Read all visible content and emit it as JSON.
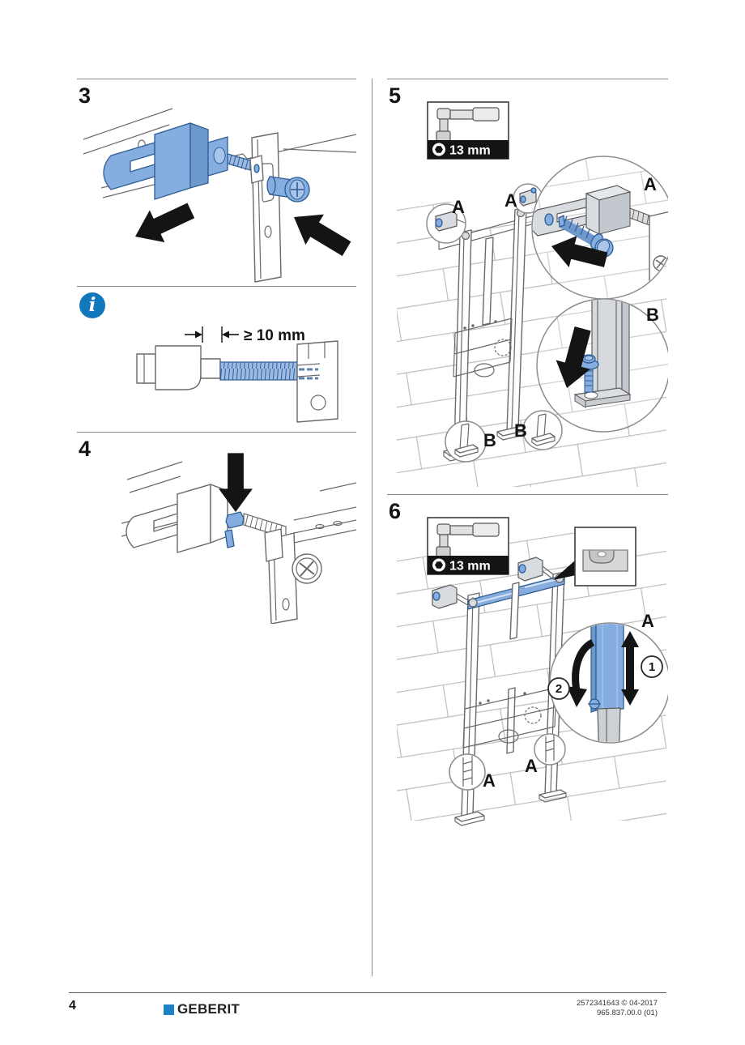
{
  "steps": {
    "three": {
      "number": "3"
    },
    "info_note": {
      "icon_glyph": "i",
      "dimension_label": "≥ 10 mm"
    },
    "four": {
      "number": "4"
    },
    "five": {
      "number": "5",
      "tool_size": "13 mm",
      "label_a": "A",
      "label_b": "B"
    },
    "six": {
      "number": "6",
      "tool_size": "13 mm",
      "label_a": "A",
      "step_1": "1",
      "step_2": "2"
    }
  },
  "footer": {
    "page_number": "4",
    "brand": "GEBERIT",
    "ref_line_1": "2572341643 © 04-2017",
    "ref_line_2": "965.837.00.0 (01)"
  },
  "colors": {
    "highlight_blue": "#85ade0",
    "highlight_blue_dark": "#2e5d94",
    "info_blue": "#1178be",
    "brand_blue": "#1d81c6",
    "arrow_black": "#141414",
    "line_gray": "#6a6a6a",
    "tile_gray": "#bcbcbc"
  }
}
